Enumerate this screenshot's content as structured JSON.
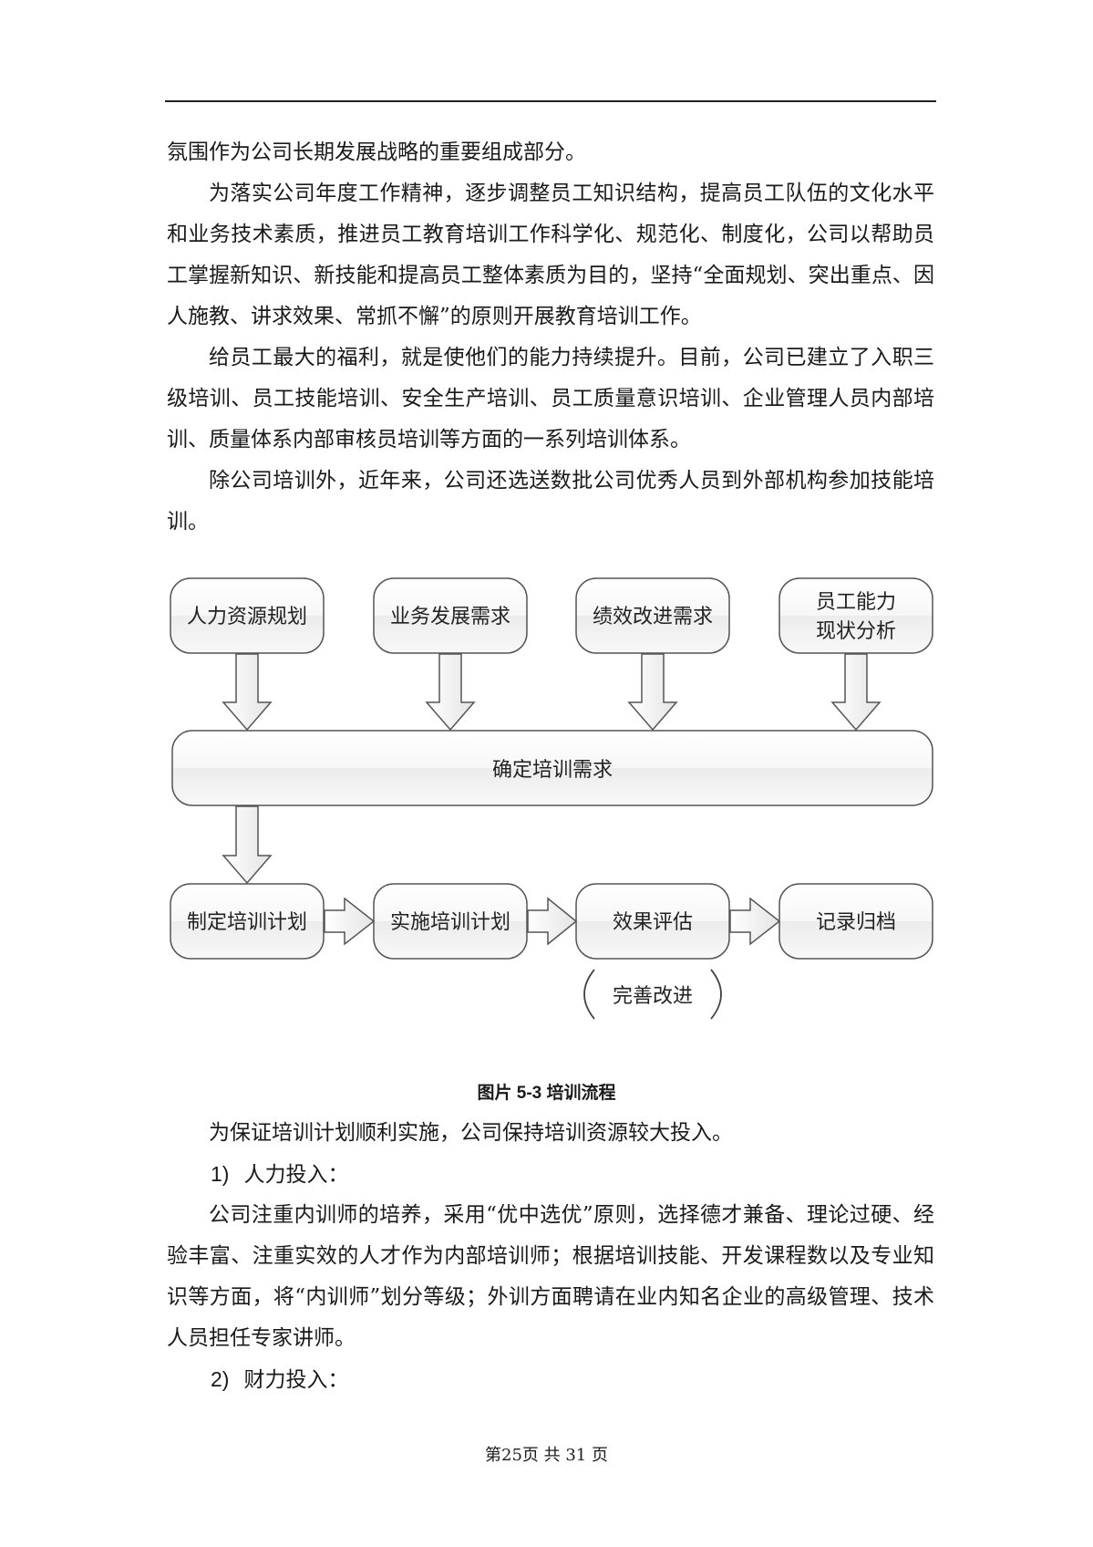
{
  "paragraphs": {
    "p1": "氛围作为公司长期发展战略的重要组成部分。",
    "p2": "为落实公司年度工作精神，逐步调整员工知识结构，提高员工队伍的文化水平和业务技术素质，推进员工教育培训工作科学化、规范化、制度化，公司以帮助员工掌握新知识、新技能和提高员工整体素质为目的，坚持“全面规划、突出重点、因人施教、讲求效果、常抓不懈”的原则开展教育培训工作。",
    "p3": "给员工最大的福利，就是使他们的能力持续提升。目前，公司已建立了入职三级培训、员工技能培训、安全生产培训、员工质量意识培训、企业管理人员内部培训、质量体系内部审核员培训等方面的一系列培训体系。",
    "p4": "除公司培训外，近年来，公司还选送数批公司优秀人员到外部机构参加技能培训。",
    "p5": "为保证培训计划顺利实施，公司保持培训资源较大投入。",
    "p6": "公司注重内训师的培养，采用“优中选优”原则，选择德才兼备、理论过硬、经验丰富、注重实效的人才作为内部培训师；根据培训技能、开发课程数以及专业知识等方面，将“内训师”划分等级；外训方面聘请在业内知名企业的高级管理、技术人员担任专家讲师。"
  },
  "list": [
    {
      "num": "1)",
      "text": "人力投入："
    },
    {
      "num": "2)",
      "text": "财力投入："
    }
  ],
  "diagram": {
    "inputs": [
      "人力资源规划",
      "业务发展需求",
      "绩效改进需求"
    ],
    "input4_line1": "员工能力",
    "input4_line2": "现状分析",
    "center": "确定培训需求",
    "steps": [
      "制定培训计划",
      "实施培训计划",
      "效果评估",
      "记录归档"
    ],
    "feedback": "完善改进"
  },
  "caption": "图片 5-3  培训流程",
  "footer": "第25页  共 31 页"
}
